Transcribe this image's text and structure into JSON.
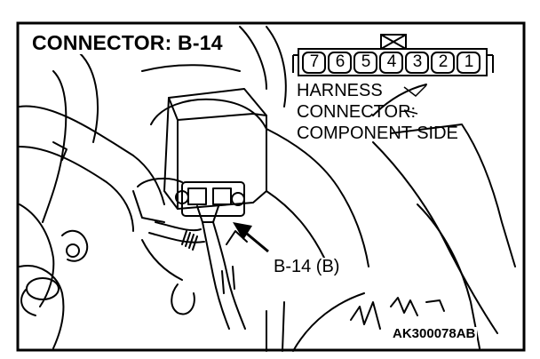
{
  "diagram": {
    "title": "CONNECTOR: B-14",
    "connector_pins": [
      "7",
      "6",
      "5",
      "4",
      "3",
      "2",
      "1"
    ],
    "harness_label": "HARNESS\nCONNECTOR:\nCOMPONENT SIDE",
    "callout_label": "B-14 (B)",
    "figure_code": "AK300078AB"
  },
  "colors": {
    "ink": "#000000",
    "paper": "#ffffff"
  }
}
